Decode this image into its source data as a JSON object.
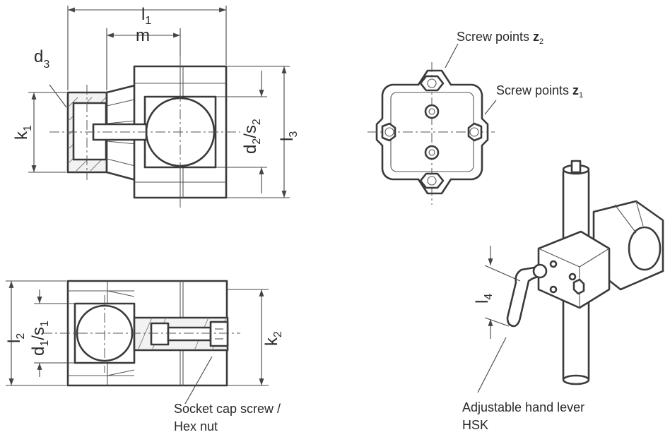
{
  "labels": {
    "l1_main": "l",
    "l1_sub": "1",
    "m": "m",
    "d3_main": "d",
    "d3_sub": "3",
    "k1_main": "k",
    "k1_sub": "1",
    "d2s2_a": "d",
    "d2s2_a_sub": "2",
    "d2s2_b": "/s",
    "d2s2_b_sub": "2",
    "l3_main": "l",
    "l3_sub": "3",
    "l2_main": "l",
    "l2_sub": "2",
    "d1s1_a": "d",
    "d1s1_a_sub": "1",
    "d1s1_b": "/s",
    "d1s1_b_sub": "1",
    "k2_main": "k",
    "k2_sub": "2",
    "l4_main": "l",
    "l4_sub": "4"
  },
  "callouts": {
    "screw_points_z2_text": "Screw points ",
    "screw_points_z2_bold": "z",
    "screw_points_z2_sub": "2",
    "screw_points_z1_text": "Screw points ",
    "screw_points_z1_bold": "z",
    "screw_points_z1_sub": "1",
    "socket_cap_line1": "Socket cap screw /",
    "socket_cap_line2": "Hex nut",
    "hand_lever_line1": "Adjustable hand lever",
    "hand_lever_line2": "HSK"
  }
}
